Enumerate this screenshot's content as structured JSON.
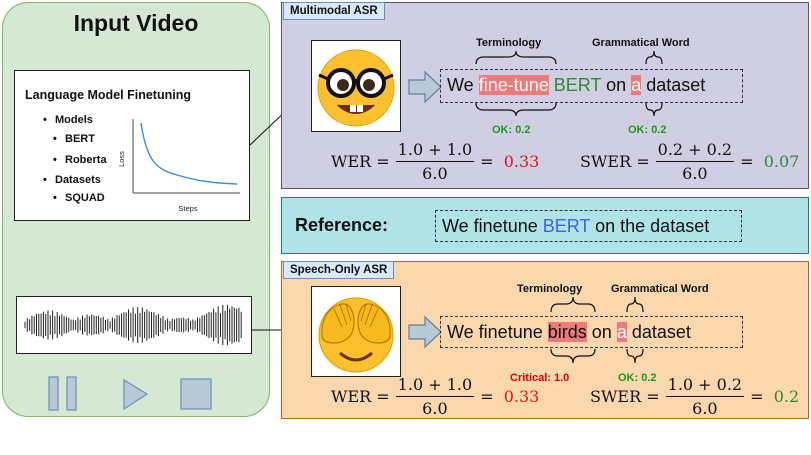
{
  "input_video": {
    "title": "Input Video",
    "slide": {
      "title": "Language Model Finetuning",
      "bullets": [
        {
          "label": "Models",
          "items": [
            "BERT",
            "Roberta"
          ]
        },
        {
          "label": "Datasets",
          "items": [
            "SQUAD"
          ]
        }
      ],
      "chart": {
        "xlabel": "Steps",
        "ylabel": "Loss"
      }
    }
  },
  "multimodal": {
    "tag": "Multimodal ASR",
    "emoji": "nerd-face",
    "sentence": [
      "We",
      "fine-tune",
      "BERT",
      "on",
      "a",
      "dataset"
    ],
    "terminology_label": "Terminology",
    "grammatical_label": "Grammatical Word",
    "terminology_score": "OK: 0.2",
    "grammatical_score": "OK: 0.2",
    "wer": {
      "label": "WER",
      "num": "1.0 + 1.0",
      "den": "6.0",
      "value": "0.33"
    },
    "swer": {
      "label": "SWER",
      "num": "0.2 + 0.2",
      "den": "6.0",
      "value": "0.07"
    }
  },
  "reference": {
    "label": "Reference:",
    "sentence_pre": "We finetune",
    "term": "BERT",
    "sentence_post": "on the dataset"
  },
  "speech_only": {
    "tag": "Speech-Only ASR",
    "emoji": "see-no-evil-face",
    "sentence_pre": "We finetune",
    "term": "birds",
    "mid": "on",
    "gram": "a",
    "post": "dataset",
    "terminology_label": "Terminology",
    "grammatical_label": "Grammatical Word",
    "terminology_score": "Critical: 1.0",
    "grammatical_score": "OK: 0.2",
    "wer": {
      "label": "WER",
      "num": "1.0 + 1.0",
      "den": "6.0",
      "value": "0.33"
    },
    "swer": {
      "label": "SWER",
      "num": "1.0 + 0.2",
      "den": "6.0",
      "value": "0.2"
    }
  },
  "colors": {
    "input_panel": "#d5e8d4",
    "multimodal_panel": "#d0cee2",
    "reference_panel": "#b0e3e6",
    "speech_panel": "#fad7ac",
    "highlight": "#ee7b7b",
    "ok_green": "#1d9a1d",
    "critical_red": "#e00000"
  }
}
